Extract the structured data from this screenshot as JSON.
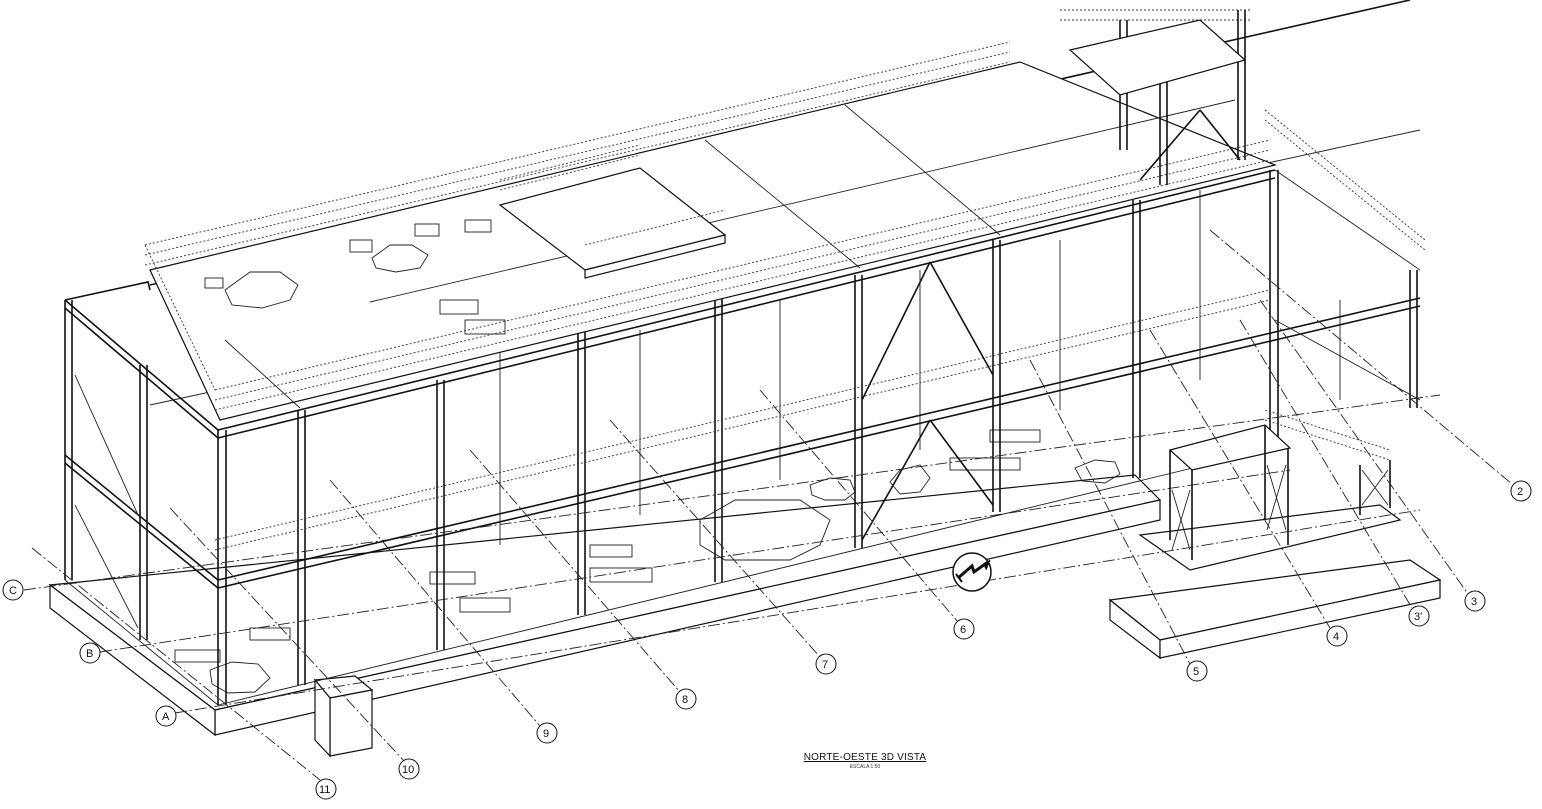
{
  "view_title": "NORTE-OESTE 3D VISTA",
  "view_scale": "ESCALA 1:50",
  "grid_bubbles": [
    {
      "id": "C",
      "label": "C"
    },
    {
      "id": "B",
      "label": "B"
    },
    {
      "id": "A",
      "label": "A"
    },
    {
      "id": "11",
      "label": "11"
    },
    {
      "id": "10",
      "label": "10"
    },
    {
      "id": "9",
      "label": "9"
    },
    {
      "id": "8",
      "label": "8"
    },
    {
      "id": "7",
      "label": "7"
    },
    {
      "id": "6",
      "label": "6"
    },
    {
      "id": "5",
      "label": "5"
    },
    {
      "id": "4",
      "label": "4"
    },
    {
      "id": "3p",
      "label": "3'"
    },
    {
      "id": "3",
      "label": "3"
    },
    {
      "id": "2",
      "label": "2"
    }
  ],
  "north_arrow_icon": "north-arrow-icon"
}
